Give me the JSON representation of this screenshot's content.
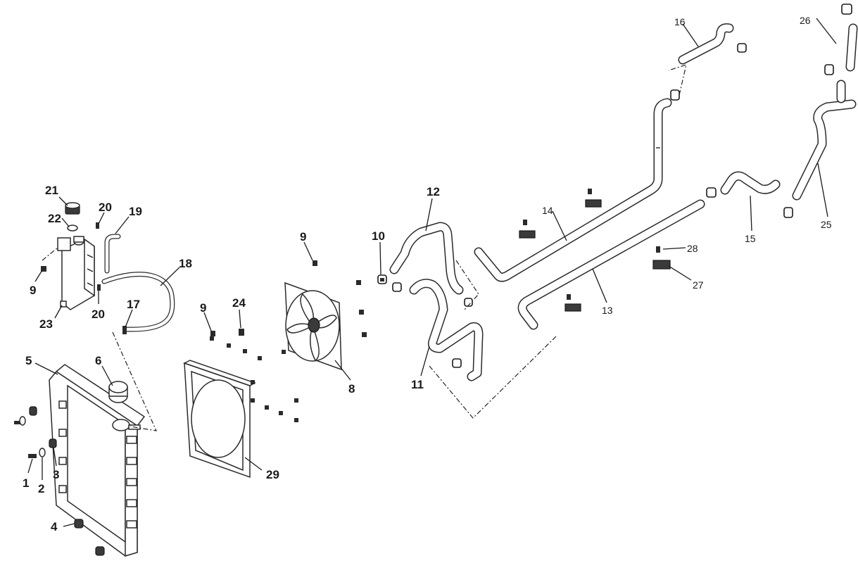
{
  "labels": {
    "l1": "1",
    "l2": "2",
    "l3": "3",
    "l4": "4",
    "l5": "5",
    "l6": "6",
    "l8": "8",
    "l9a": "9",
    "l9b": "9",
    "l9c": "9",
    "l10": "10",
    "l11": "11",
    "l12": "12",
    "l13": "13",
    "l14": "14",
    "l15": "15",
    "l16": "16",
    "l17": "17",
    "l18": "18",
    "l19": "19",
    "l20a": "20",
    "l20b": "20",
    "l21": "21",
    "l22": "22",
    "l23": "23",
    "l24": "24",
    "l25": "25",
    "l26": "26",
    "l27": "27",
    "l28": "28",
    "l29": "29"
  }
}
